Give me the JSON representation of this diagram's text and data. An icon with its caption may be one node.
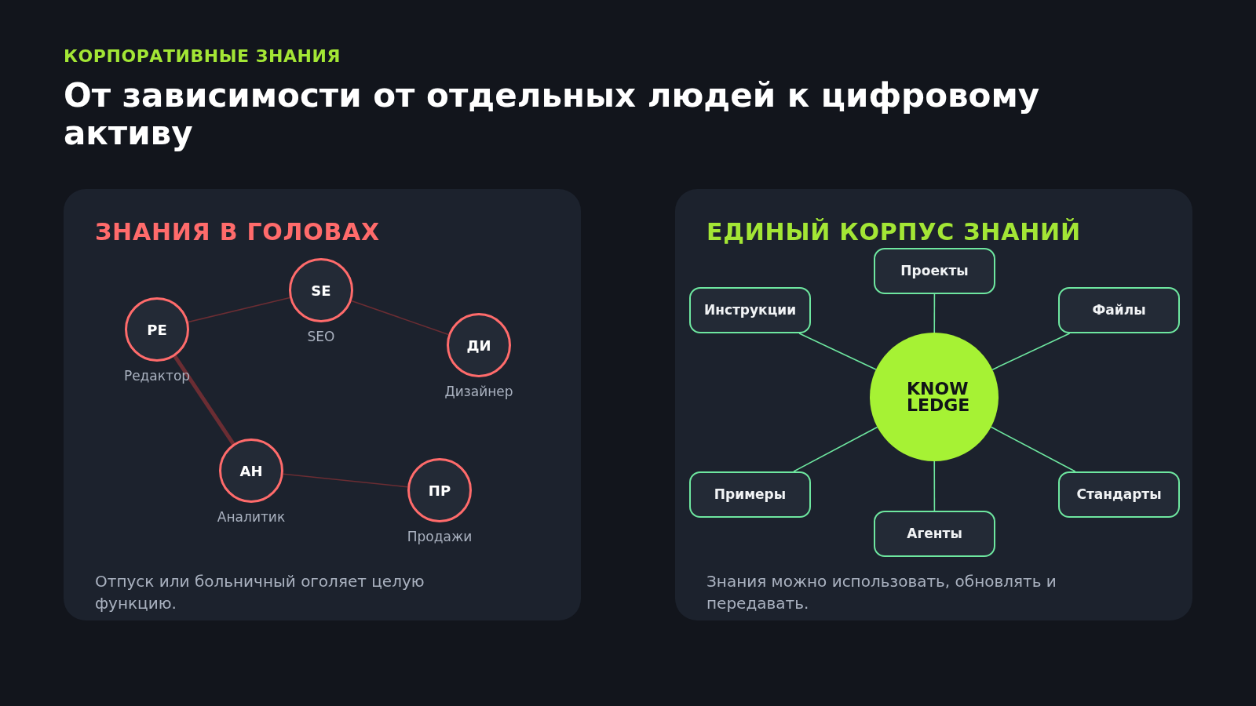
{
  "diagram": {
    "title": "От зависимости от отдельных людей к цифровому активу",
    "nodes": [
      {
        "text": [
          "ЗНАНИЯ В ГОЛОВАХ",
          "Отпуск или больничный оголяет целую функцию."
        ]
      },
      {
        "text": [
          "РЕ"
        ],
        "in": 0,
        "beside": [
          "Редактор"
        ]
      },
      {
        "text": [
          "SE"
        ],
        "in": 0,
        "beside": [
          "SEO"
        ]
      },
      {
        "text": [
          "ДИ"
        ],
        "in": 0,
        "beside": [
          "Дизайнер"
        ]
      },
      {
        "text": [
          "АН"
        ],
        "in": 0,
        "beside": [
          "Аналитик"
        ]
      },
      {
        "text": [
          "ПР"
        ],
        "in": 0,
        "beside": [
          "Продажи"
        ]
      },
      {
        "text": [
          "ЕДИНЫЙ КОРПУС ЗНАНИЙ",
          "Знания можно использовать, обновлять и передавать."
        ]
      },
      {
        "text": [
          "KNOW LEDGE"
        ],
        "in": 6
      },
      {
        "text": [
          "Проекты"
        ],
        "in": 6
      },
      {
        "text": [
          "Инструкции"
        ],
        "in": 6
      },
      {
        "text": [
          "Файлы"
        ],
        "in": 6
      },
      {
        "text": [
          "Примеры"
        ],
        "in": 6
      },
      {
        "text": [
          "Стандарты"
        ],
        "in": 6
      },
      {
        "text": [
          "Агенты"
        ],
        "in": 6
      }
    ],
    "edges": [
      {
        "from": 1,
        "to": 2,
        "arrow": "none",
        "color": "#6b2d33"
      },
      {
        "from": 2,
        "to": 3,
        "arrow": "none",
        "color": "#6b2d33"
      },
      {
        "from": 1,
        "to": 4,
        "arrow": "none",
        "color": "#6b2d33",
        "style": "thick"
      },
      {
        "from": 4,
        "to": 5,
        "arrow": "none",
        "color": "#6b2d33"
      },
      {
        "from": 7,
        "to": 8,
        "arrow": "none"
      },
      {
        "from": 7,
        "to": 9,
        "arrow": "none"
      },
      {
        "from": 7,
        "to": 10,
        "arrow": "none"
      },
      {
        "from": 7,
        "to": 11,
        "arrow": "none"
      },
      {
        "from": 7,
        "to": 12,
        "arrow": "none"
      },
      {
        "from": 7,
        "to": 13,
        "arrow": "none"
      }
    ],
    "labels": [
      "КОРПОРАТИВНЫЕ ЗНАНИЯ"
    ]
  }
}
